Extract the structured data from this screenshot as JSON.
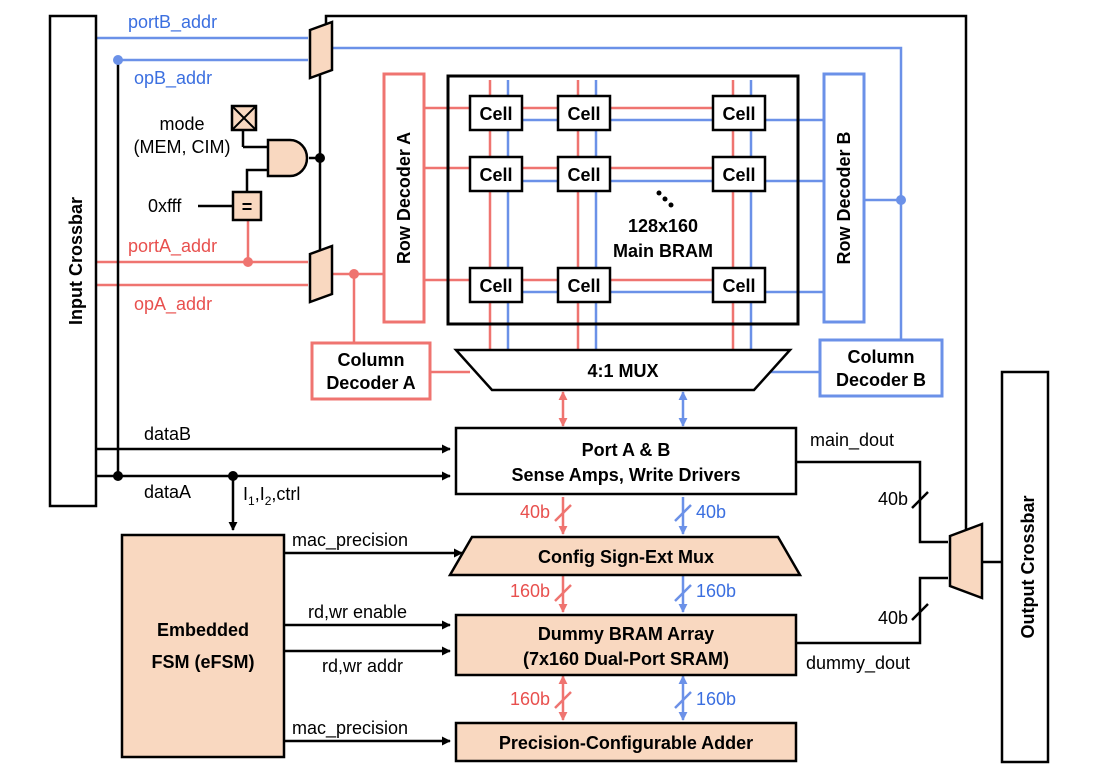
{
  "colors": {
    "red": "#ef7470",
    "blue": "#6b91e8",
    "red_text": "#e8504e",
    "blue_text": "#3b6fe0",
    "peach": "#f9d8c0",
    "black": "#000000"
  },
  "crossbars": {
    "input": "Input Crossbar",
    "output": "Output Crossbar"
  },
  "signals": {
    "portB_addr": "portB_addr",
    "opB_addr": "opB_addr",
    "portA_addr": "portA_addr",
    "opA_addr": "opA_addr",
    "mode_line1": "mode",
    "mode_line2": "(MEM, CIM)",
    "const": "0xfff",
    "eq": "=",
    "dataB": "dataB",
    "dataA": "dataA",
    "ctrl_I": "I",
    "ctrl_sub1": "1",
    "ctrl_comma": ",I",
    "ctrl_sub2": "2",
    "ctrl_rest": ",ctrl",
    "mac_precision_1": "mac_precision",
    "rd_wr_enable": "rd,wr enable",
    "rd_wr_addr": "rd,wr addr",
    "mac_precision_2": "mac_precision",
    "main_dout": "main_dout",
    "dummy_dout": "dummy_dout"
  },
  "decoders": {
    "row_a": "Row Decoder A",
    "row_b": "Row Decoder B",
    "col_a_line1": "Column",
    "col_a_line2": "Decoder A",
    "col_b_line1": "Column",
    "col_b_line2": "Decoder B"
  },
  "bram": {
    "cell": "Cell",
    "size": "128x160",
    "name": "Main BRAM"
  },
  "blocks": {
    "mux": "4:1 MUX",
    "sense_line1": "Port A & B",
    "sense_line2": "Sense Amps, Write Drivers",
    "config_mux": "Config Sign-Ext Mux",
    "dummy_line1": "Dummy BRAM Array",
    "dummy_line2": "(7x160 Dual-Port SRAM)",
    "adder": "Precision-Configurable Adder",
    "efsm_line1": "Embedded",
    "efsm_line2": "FSM (eFSM)"
  },
  "bus_widths": {
    "a_40": "40b",
    "b_40": "40b",
    "a_160_1": "160b",
    "b_160_1": "160b",
    "a_160_2": "160b",
    "b_160_2": "160b",
    "main_40": "40b",
    "dummy_40": "40b"
  }
}
